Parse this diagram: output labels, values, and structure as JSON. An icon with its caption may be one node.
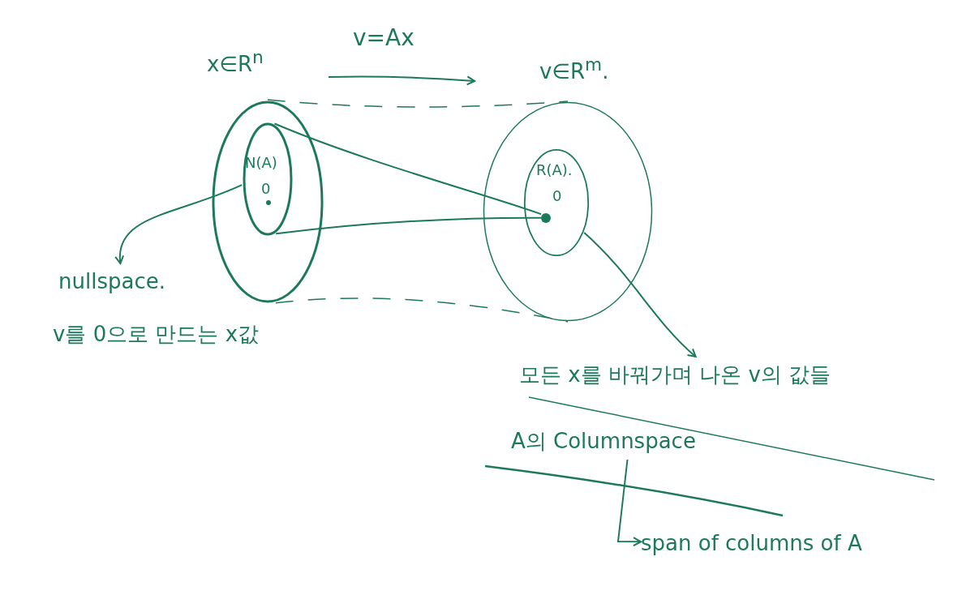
{
  "diagram": {
    "nodes": [
      {
        "text": [
          "x∈R$^{n}$"
        ]
      },
      {
        "text": [
          "N(A)",
          "0"
        ],
        "in": 0
      },
      {
        "text": [
          "v∈R$^{m}$."
        ]
      },
      {
        "text": [
          "R(A).",
          "0"
        ],
        "in": 2
      },
      {
        "text": [],
        "shape": "circle",
        "in": 3
      },
      {
        "text": [
          "nullspace."
        ]
      },
      {
        "text": [
          "모든 x를 바꿔가며 나온 v의 값들"
        ]
      },
      {
        "text": [
          "A의 Columnspace"
        ]
      },
      {
        "text": [
          "span of columns of A"
        ]
      }
    ],
    "edges": [
      {
        "from": 0,
        "to": 2,
        "arrow": "to",
        "label": "v=Ax"
      },
      {
        "from": 0,
        "to": 2,
        "arrow": "none",
        "style": "dashed"
      },
      {
        "from": 0,
        "to": 2,
        "arrow": "none",
        "style": "dashed"
      },
      {
        "from": 1,
        "to": 4,
        "arrow": "none"
      },
      {
        "from": 1,
        "to": 4,
        "arrow": "none"
      },
      {
        "from": 1,
        "to": 5,
        "arrow": "to"
      },
      {
        "from": 3,
        "to": 6,
        "arrow": "to"
      },
      {
        "from": 7,
        "to": 8,
        "arrow": "to"
      }
    ],
    "labels": [
      "v를 0으로 만드는 x값"
    ]
  }
}
